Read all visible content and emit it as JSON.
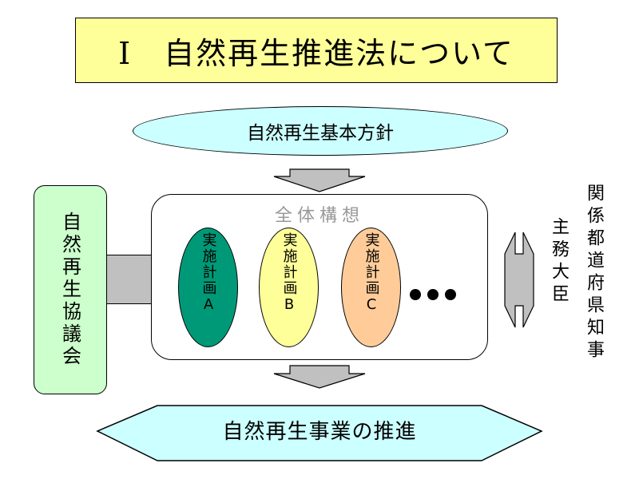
{
  "title": "Ⅰ　自然再生推進法について",
  "basic_policy": "自然再生基本方針",
  "council": "自然再生協議会",
  "overall_plan": {
    "title": "全体構想",
    "plans": [
      {
        "label": "実施計画A",
        "color": "#009977"
      },
      {
        "label": "実施計画B",
        "color": "#ffff99"
      },
      {
        "label": "実施計画C",
        "color": "#ffcc99"
      }
    ]
  },
  "minister": "主務大臣",
  "governor": "関係都道府県知事",
  "promotion": "自然再生事業の推進",
  "colors": {
    "title_bg": "#ffff99",
    "policy_bg": "#ccffff",
    "council_bg": "#ccffcc",
    "arrow_fill": "#c0c0c0",
    "promotion_bg": "#ccffff",
    "plan_title_text": "#999999"
  }
}
